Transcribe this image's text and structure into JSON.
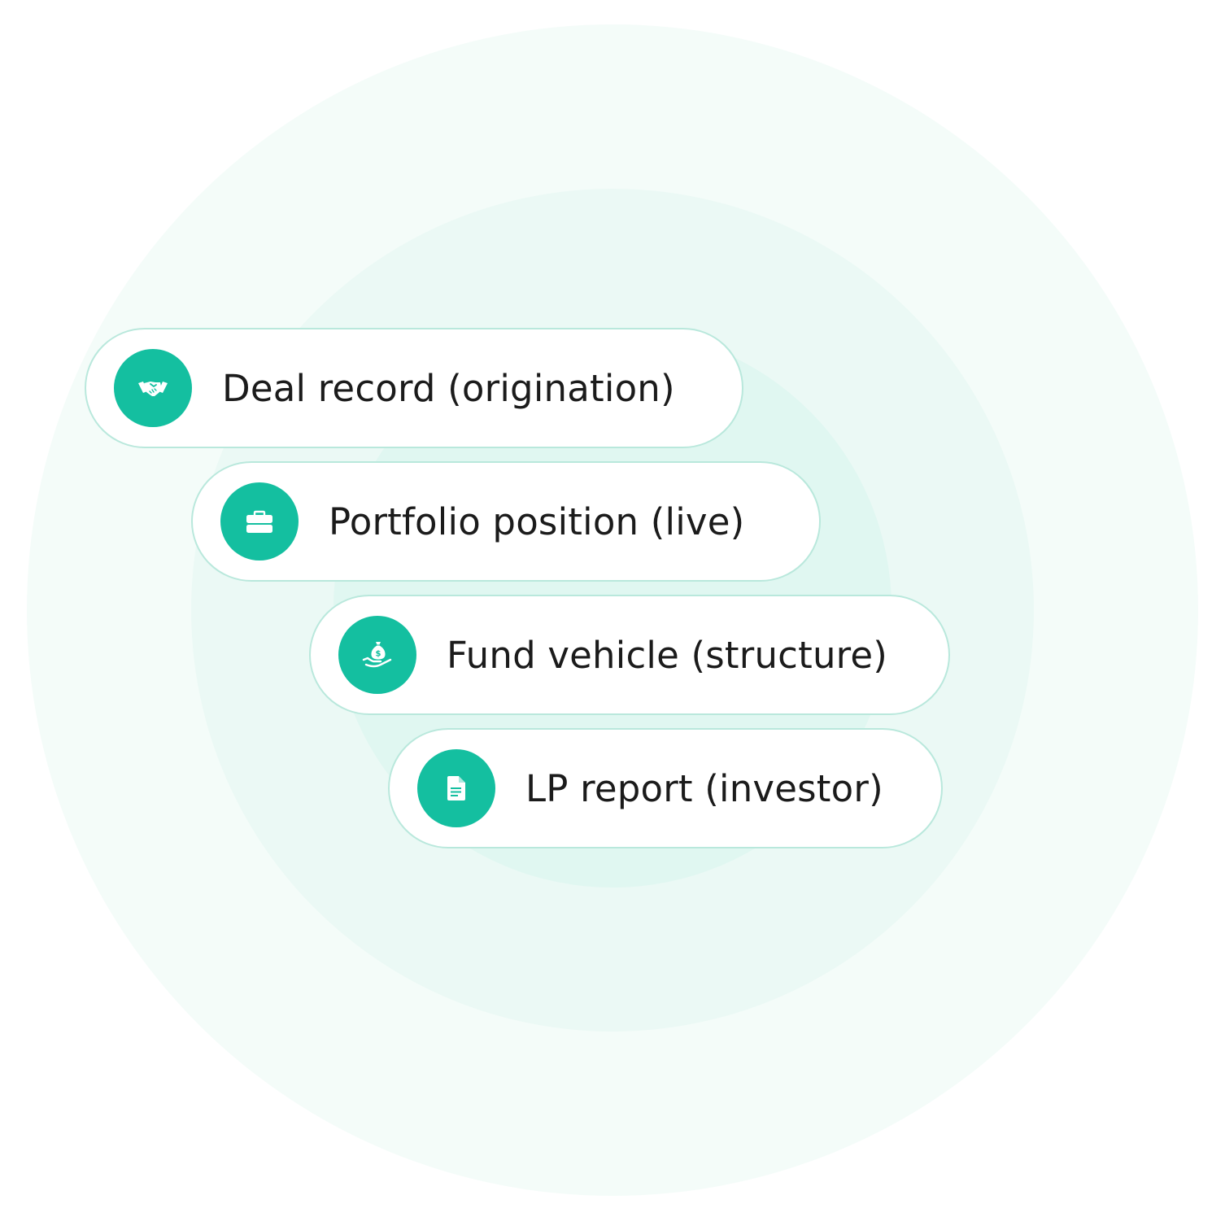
{
  "accent_color": "#14bfa0",
  "items": [
    {
      "label": "Deal record (origination)",
      "icon": "handshake-icon"
    },
    {
      "label": "Portfolio position (live)",
      "icon": "briefcase-icon"
    },
    {
      "label": "Fund vehicle (structure)",
      "icon": "money-bag-hand-icon"
    },
    {
      "label": "LP report (investor)",
      "icon": "document-icon"
    }
  ]
}
